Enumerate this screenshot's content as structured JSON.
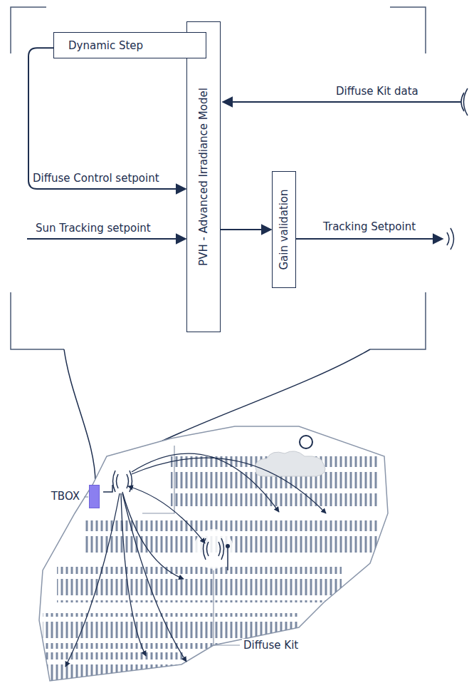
{
  "diagram": {
    "nodes": [
      {
        "text": [
          "Dynamic Step"
        ]
      },
      {
        "text": [
          "PVH - Advanced Irradiance Model"
        ]
      },
      {
        "text": [
          "Gain validation"
        ]
      },
      {
        "text": [
          "TBOX"
        ]
      }
    ],
    "edges": [
      {
        "from": 0,
        "to": 1,
        "label": "Diffuse Control setpoint",
        "arrow": "to"
      },
      {
        "from": 1,
        "to": 2,
        "arrow": "to"
      }
    ],
    "labels": [
      "Diffuse Kit data",
      "Sun Tracking setpoint",
      "Tracking Setpoint",
      "Diffuse Kit"
    ]
  }
}
